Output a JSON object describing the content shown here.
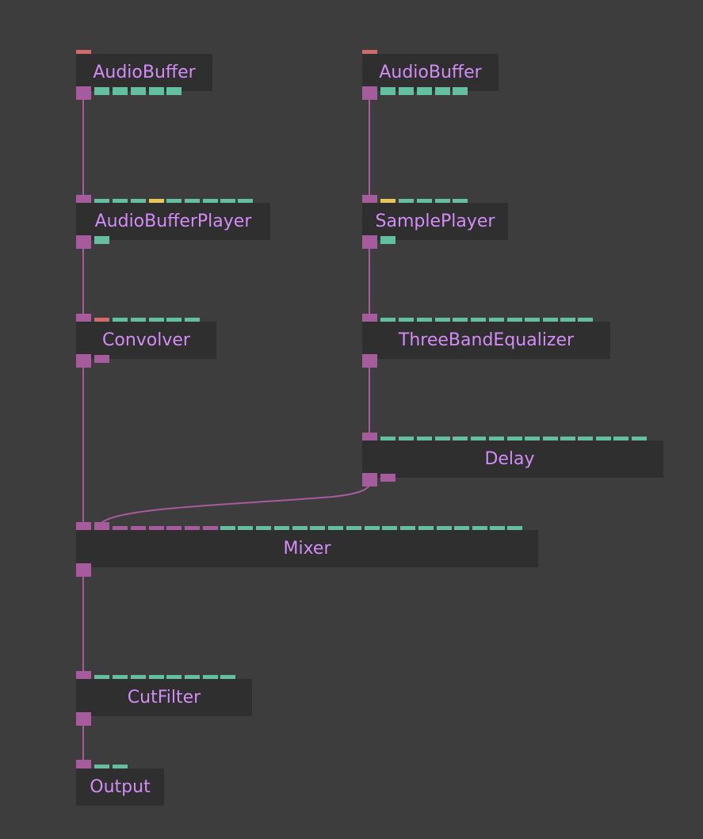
{
  "colors": {
    "background": "#3d3d3d",
    "node_bg": "#2f2f2f",
    "label": "#d38cf5",
    "wire": "#a65c9c",
    "port_audio": "#a65c9c",
    "port_param": "#64bfa0",
    "port_buffer": "#d16a6a",
    "port_trigger": "#e6c55b"
  },
  "nodes": {
    "audiobuffer_1": {
      "label": "AudioBuffer"
    },
    "audiobuffer_2": {
      "label": "AudioBuffer"
    },
    "audiobufferplayer": {
      "label": "AudioBufferPlayer"
    },
    "sampleplayer": {
      "label": "SamplePlayer"
    },
    "convolver": {
      "label": "Convolver"
    },
    "threebandequalizer": {
      "label": "ThreeBandEqualizer"
    },
    "delay": {
      "label": "Delay"
    },
    "mixer": {
      "label": "Mixer"
    },
    "cutfilter": {
      "label": "CutFilter"
    },
    "output": {
      "label": "Output"
    }
  }
}
